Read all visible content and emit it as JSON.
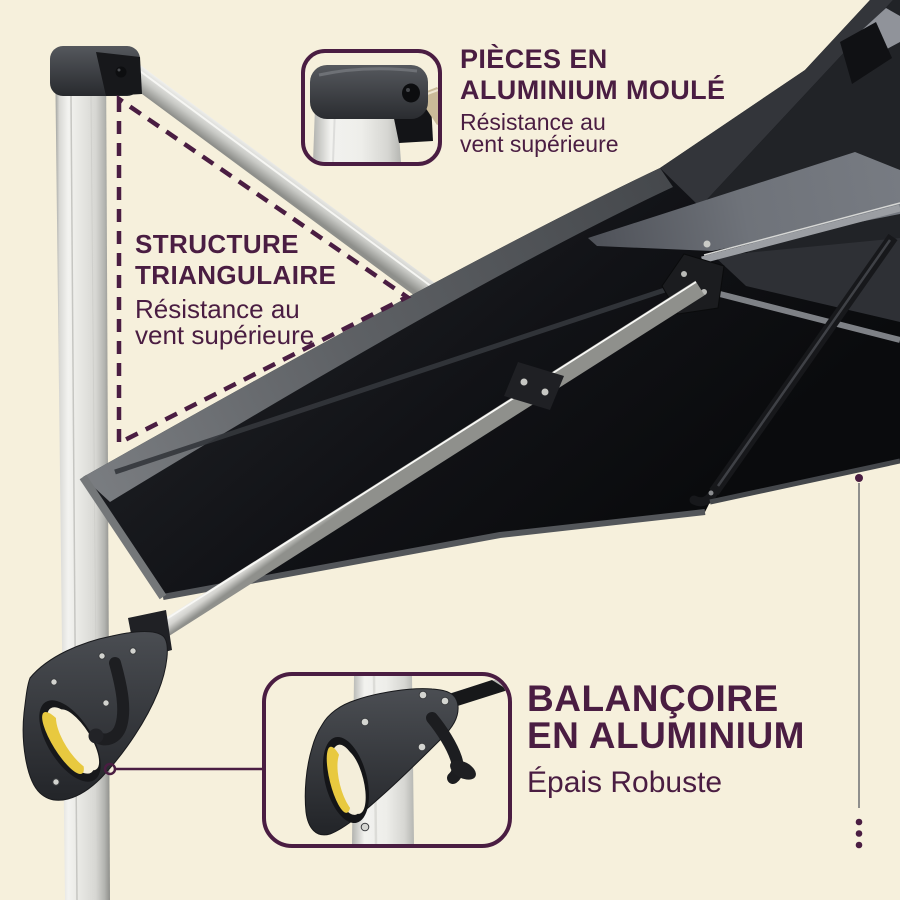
{
  "theme": {
    "background": "#F6F0DC",
    "accent": "#4A1D42",
    "canopy-dark": "#101114",
    "canopy-gray-band": "#5E6165",
    "aluminum-light": "#E8E8E4",
    "handle-yellow": "#E8C93F",
    "line-gray": "#8F8F8D"
  },
  "annotations": {
    "top": {
      "title_line1": "PIÈCES EN",
      "title_line2": "ALUMINIUM MOULÉ",
      "subtitle_line1": "Résistance au",
      "subtitle_line2": "vent supérieure"
    },
    "triangle": {
      "title_line1": "STRUCTURE",
      "title_line2": "TRIANGULAIRE",
      "subtitle_line1": "Résistance au",
      "subtitle_line2": "vent supérieure"
    },
    "bottom": {
      "title_line1": "BALANÇOIRE",
      "title_line2": "EN ALUMINIUM",
      "subtitle": "Épais Robuste"
    }
  }
}
